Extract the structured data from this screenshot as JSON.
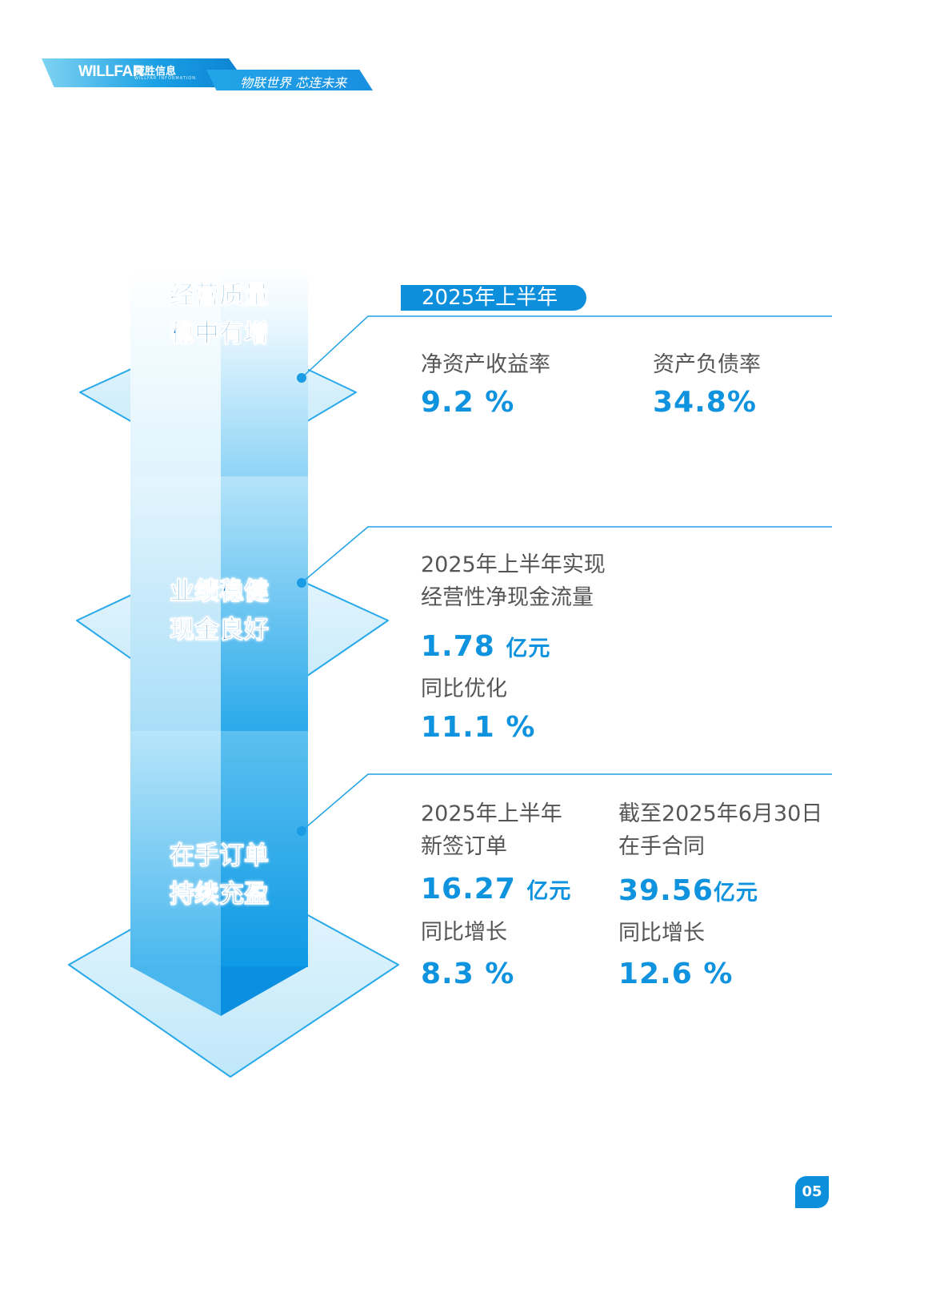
{
  "header": {
    "logo_en": "WILLFAR",
    "logo_cn": "威胜信息",
    "logo_sub": "WILLFAR INFORMATION",
    "slogan": "物联世界 芯连未来"
  },
  "stages": [
    {
      "title_line1": "经营质量",
      "title_line2": "稳中有增"
    },
    {
      "title_line1": "业绩稳健",
      "title_line2": "现金良好"
    },
    {
      "title_line1": "在手订单",
      "title_line2": "持续充盈"
    }
  ],
  "section1": {
    "badge": "2025年上半年",
    "items": [
      {
        "label": "净资产收益率",
        "value": "9.2 %"
      },
      {
        "label": "资产负债率",
        "value": "34.8%"
      }
    ]
  },
  "section2": {
    "label_line1": "2025年上半年实现",
    "label_line2": "经营性净现金流量",
    "value": "1.78",
    "unit": "亿元",
    "sub_label": "同比优化",
    "sub_value": "11.1 %"
  },
  "section3": {
    "items": [
      {
        "label_line1": "2025年上半年",
        "label_line2": "新签订单",
        "value": "16.27",
        "unit": "亿元",
        "sub_label": "同比增长",
        "sub_value": "8.3 %"
      },
      {
        "label_line1": "截至2025年6月30日",
        "label_line2": "在手合同",
        "value": "39.56",
        "unit": "亿元",
        "sub_label": "同比增长",
        "sub_value": "12.6 %"
      }
    ]
  },
  "page_number": "05"
}
